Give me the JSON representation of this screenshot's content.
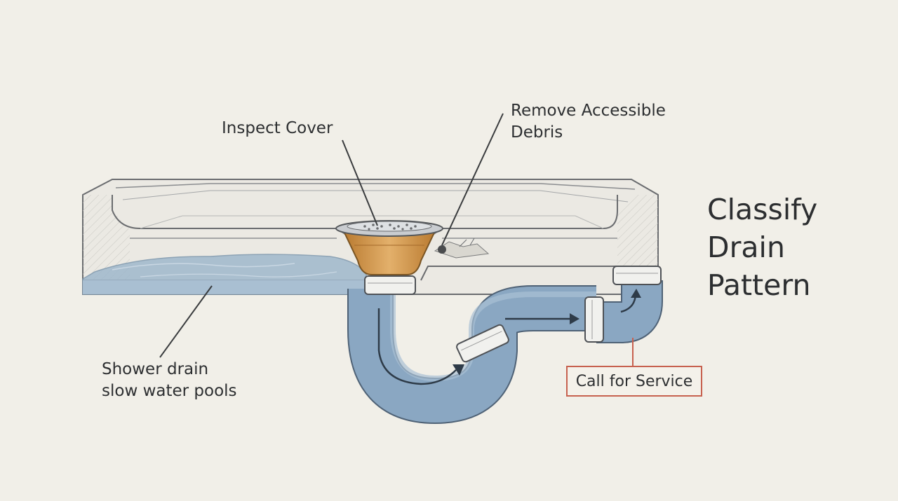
{
  "title": {
    "line1": "Classify",
    "line2": "Drain",
    "line3": "Pattern"
  },
  "labels": {
    "inspect_cover": "Inspect Cover",
    "remove_debris": {
      "line1": "Remove Accessible",
      "line2": "Debris"
    },
    "slow_drain": {
      "line1": "Shower drain",
      "line2": "slow water pools"
    },
    "call_service": "Call for Service"
  },
  "colors": {
    "background": "#f1efe8",
    "water": "#9fb8cc",
    "pipe": "#7f9fbf",
    "drain_body": "#d39a4c",
    "service_border": "#c7614f"
  }
}
